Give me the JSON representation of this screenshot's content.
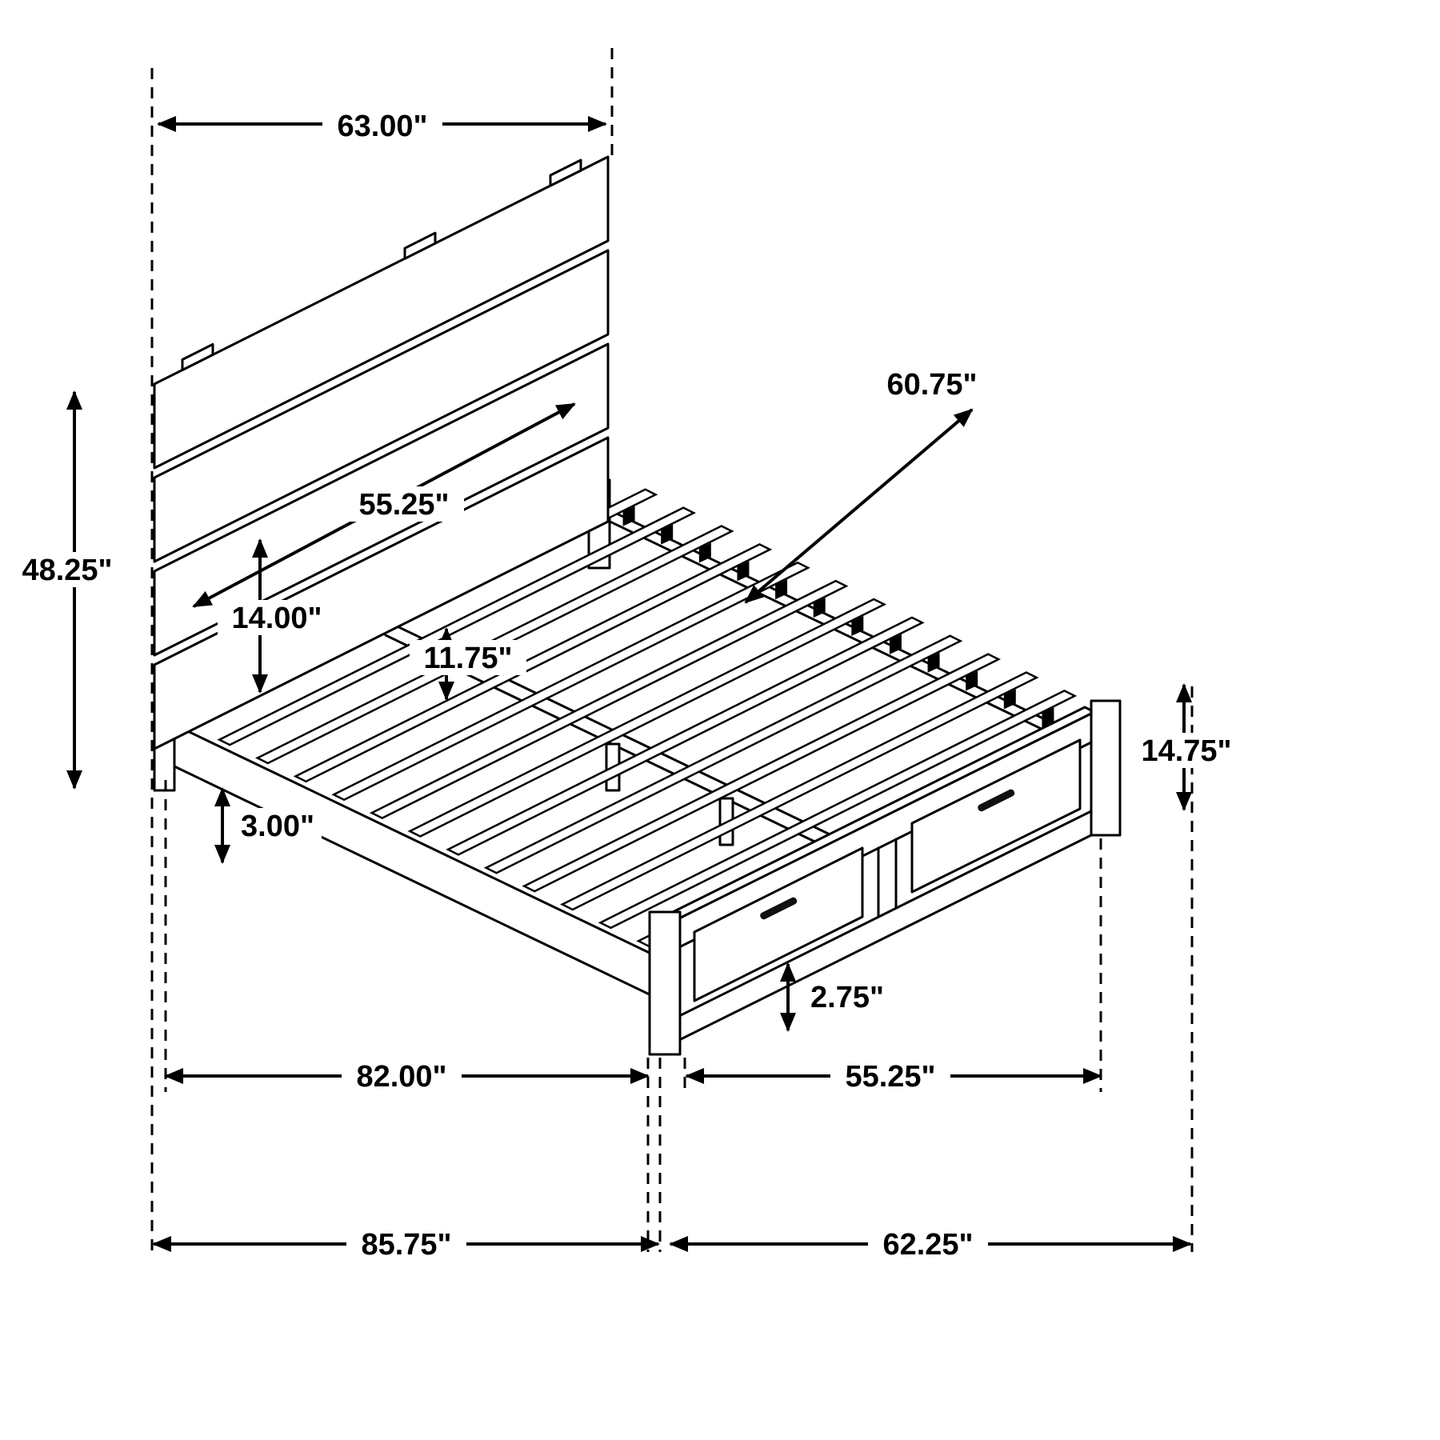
{
  "colors": {
    "background": "#ffffff",
    "line": "#000000"
  },
  "dims": {
    "headboard_width": "63.00\"",
    "headboard_height": "48.25\"",
    "headboard_panel_width": "55.25\"",
    "slat_length": "60.75\"",
    "headboard_bottom_height": "14.00\"",
    "side_rail_height": "11.75\"",
    "footboard_height": "14.75\"",
    "frame_clearance": "3.00\"",
    "drawer_clearance": "2.75\"",
    "frame_length": "82.00\"",
    "footboard_width": "55.25\"",
    "overall_length": "85.75\"",
    "overall_width": "62.25\""
  }
}
